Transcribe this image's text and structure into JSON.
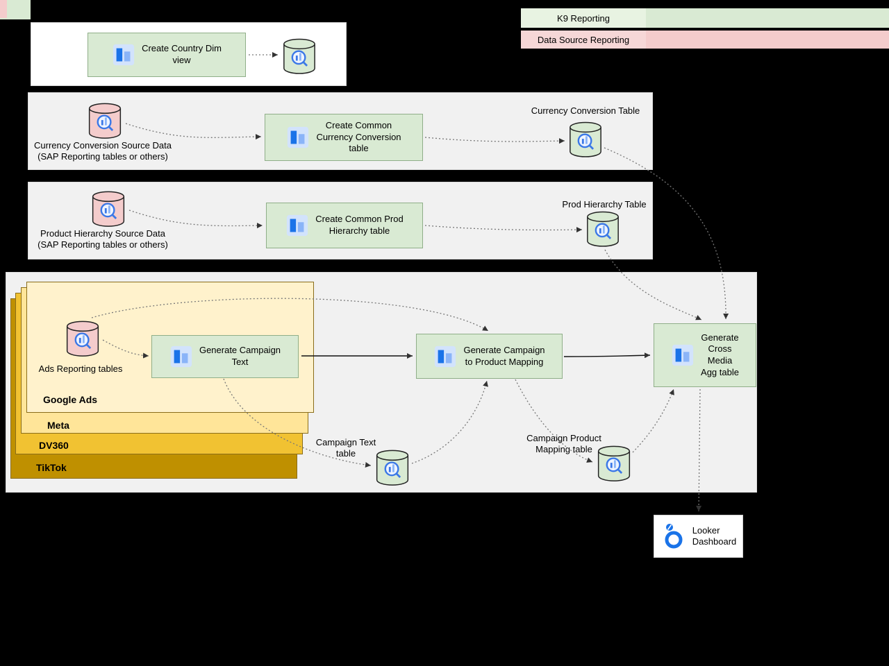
{
  "legend": {
    "k9": "K9 Reporting",
    "data_source": "Data Source Reporting"
  },
  "country_dim": {
    "box": "Create Country Dim\nview"
  },
  "currency": {
    "source": "Currency Conversion Source Data\n(SAP Reporting tables or others)",
    "box": "Create Common\nCurrency Conversion\ntable",
    "table": "Currency Conversion Table"
  },
  "product": {
    "source": "Product Hierarchy Source Data\n(SAP Reporting tables or others)",
    "box": "Create Common Prod\nHierarchy table",
    "table": "Prod Hierarchy Table"
  },
  "media": {
    "cards": {
      "google_ads": "Google Ads",
      "meta": "Meta",
      "dv360": "DV360",
      "tiktok": "TikTok"
    },
    "ads_source": "Ads Reporting tables",
    "campaign_text_box": "Generate Campaign\nText",
    "mapping_box": "Generate Campaign\nto Product Mapping",
    "agg_box": "Generate\nCross\nMedia\nAgg table",
    "campaign_text_table": "Campaign Text\ntable",
    "mapping_table": "Campaign Product\nMapping table"
  },
  "looker": {
    "label": "Looker\nDashboard"
  },
  "colors": {
    "k9_green": "#d9ead3",
    "data_source_pink": "#f4cccc",
    "google_ads_yellow": "#fff2cc",
    "meta_yellow": "#ffe599",
    "dv360_gold": "#f1c232",
    "tiktok_gold": "#bf9000",
    "accent_blue": "#1a73e8"
  }
}
